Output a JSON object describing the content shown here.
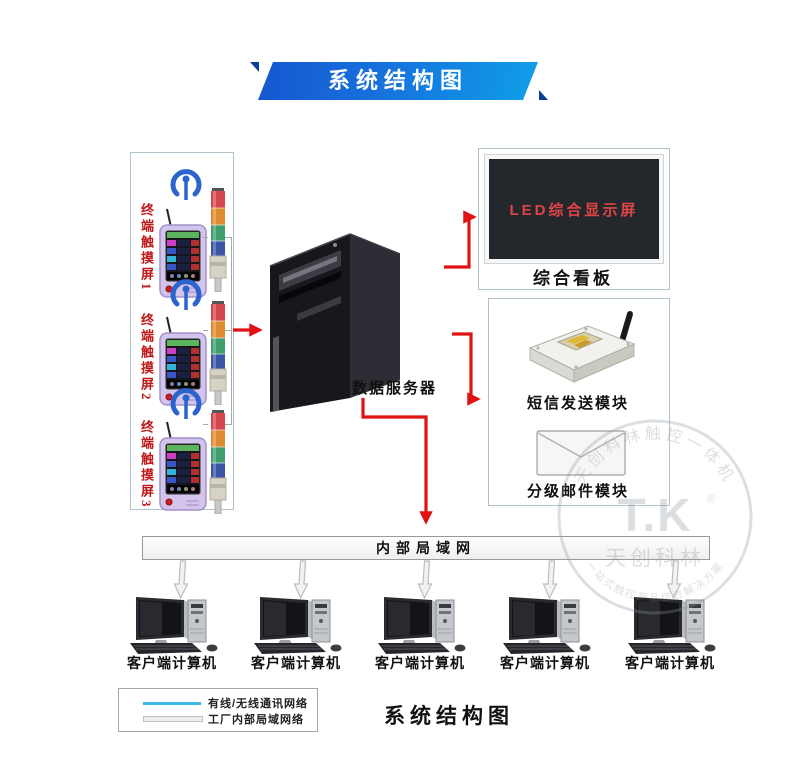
{
  "banner": {
    "title": "系统结构图"
  },
  "terminals": [
    {
      "label": "终端触摸屏1"
    },
    {
      "label": "终端触摸屏2"
    },
    {
      "label": "终端触摸屏3"
    }
  ],
  "server": {
    "label": "数据服务器"
  },
  "led": {
    "screen_text": "LED综合显示屏",
    "caption": "综合看板",
    "screen_text_color": "#e04545"
  },
  "sms": {
    "label": "短信发送模块"
  },
  "email": {
    "label": "分级邮件模块"
  },
  "lan": {
    "label": "内部局域网"
  },
  "clients": [
    {
      "label": "客户端计算机"
    },
    {
      "label": "客户端计算机"
    },
    {
      "label": "客户端计算机"
    },
    {
      "label": "客户端计算机"
    },
    {
      "label": "客户端计算机"
    }
  ],
  "legend": {
    "comm_label": "有线/无线通讯网络",
    "lan_label": "工厂内部局域网络",
    "comm_color": "#3fb6e8",
    "lan_color": "#ededed"
  },
  "footer": {
    "title": "系统结构图"
  },
  "watermark": {
    "brand": "T.K",
    "name": "天创科林",
    "arc_top": "天创科林触控一体机",
    "arc_bottom": "一站式触控产品综合解决方案",
    "reg": "®"
  },
  "colors": {
    "arrow": "#e01212",
    "banner_start": "#1557cf",
    "banner_end": "#0f9fe8"
  }
}
